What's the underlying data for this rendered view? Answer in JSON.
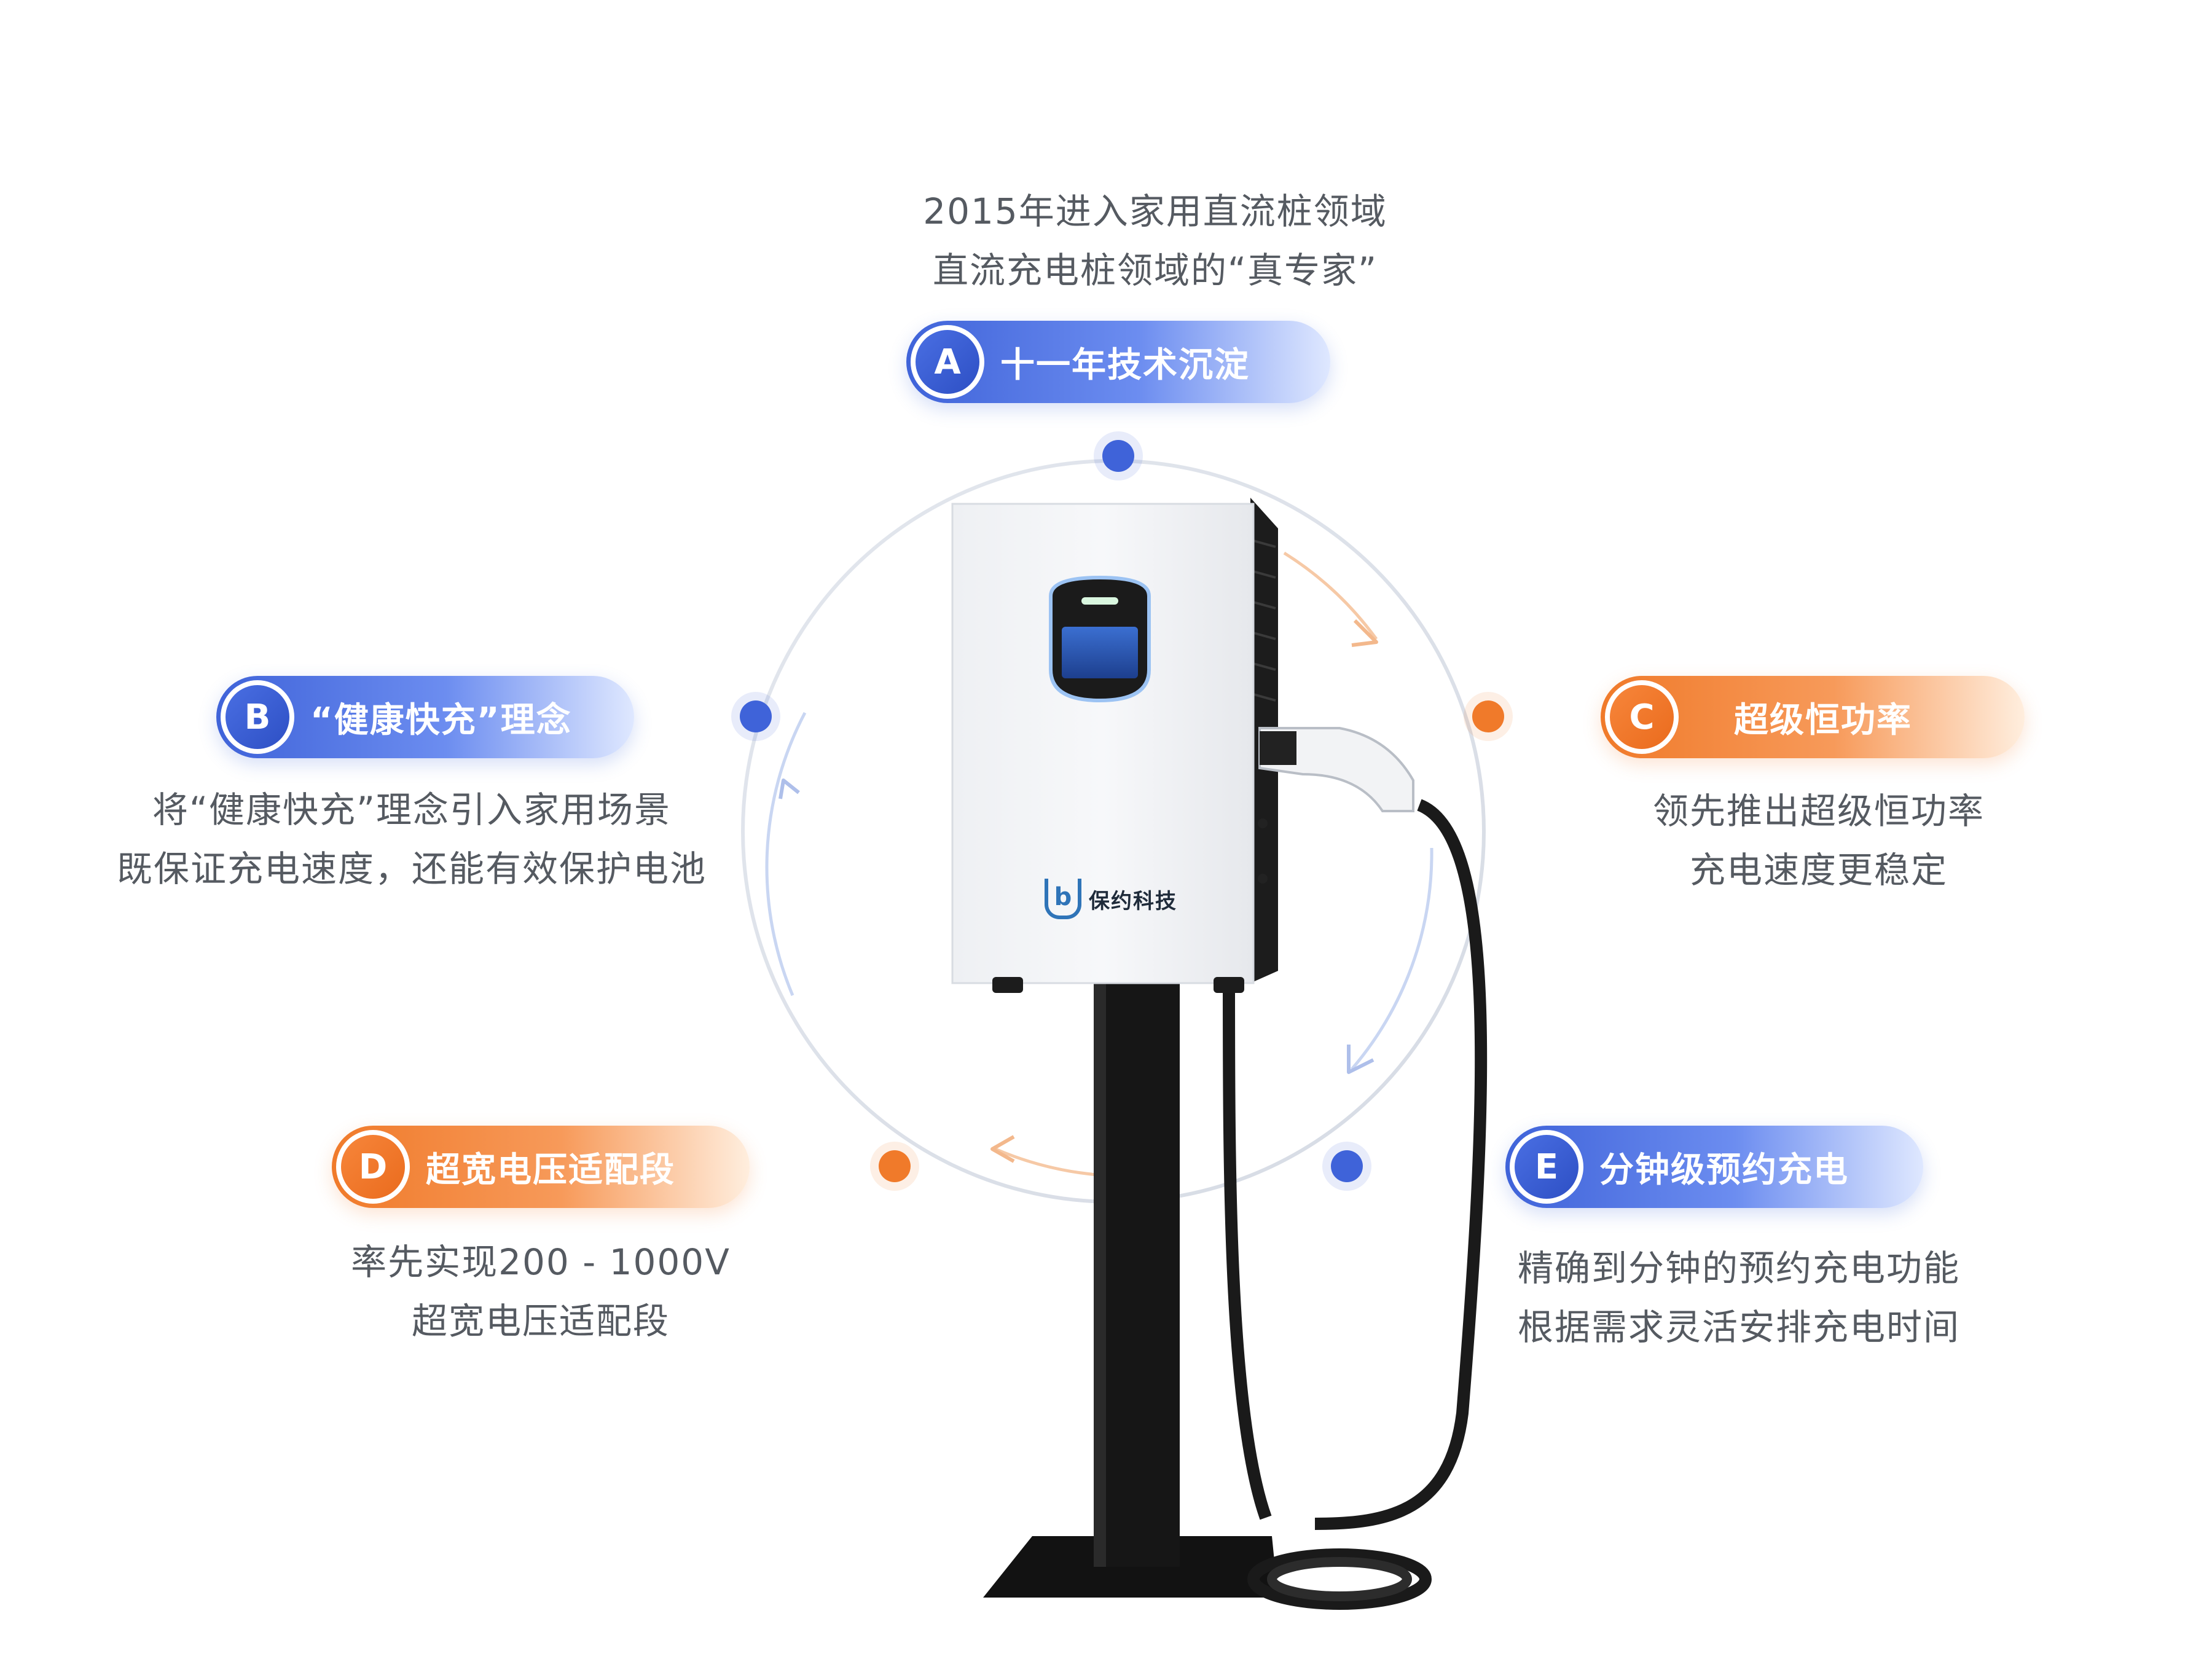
{
  "intro": {
    "line1": "2015年进入家用直流桩领域",
    "line2": "直流充电桩领域的“真专家”"
  },
  "features": [
    {
      "letter": "A",
      "title": "十一年技术沉淀",
      "color": "blue"
    },
    {
      "letter": "B",
      "title": "“健康快充”理念",
      "color": "blue",
      "desc1": "将“健康快充”理念引入家用场景",
      "desc2": "既保证充电速度，还能有效保护电池"
    },
    {
      "letter": "C",
      "title": "超级恒功率",
      "color": "orange",
      "desc1": "领先推出超级恒功率",
      "desc2": "充电速度更稳定"
    },
    {
      "letter": "D",
      "title": "超宽电压适配段",
      "color": "orange",
      "desc1": "率先实现200 - 1000V",
      "desc2": "超宽电压适配段"
    },
    {
      "letter": "E",
      "title": "分钟级预约充电",
      "color": "blue",
      "desc1": "精确到分钟的预约充电功能",
      "desc2": "根据需求灵活安排充电时间"
    }
  ],
  "product": {
    "brand_name": "保约科技",
    "logo_letter": "b"
  },
  "colors": {
    "blue": "#3f63d9",
    "orange": "#f07a2a",
    "text": "#555a61"
  }
}
